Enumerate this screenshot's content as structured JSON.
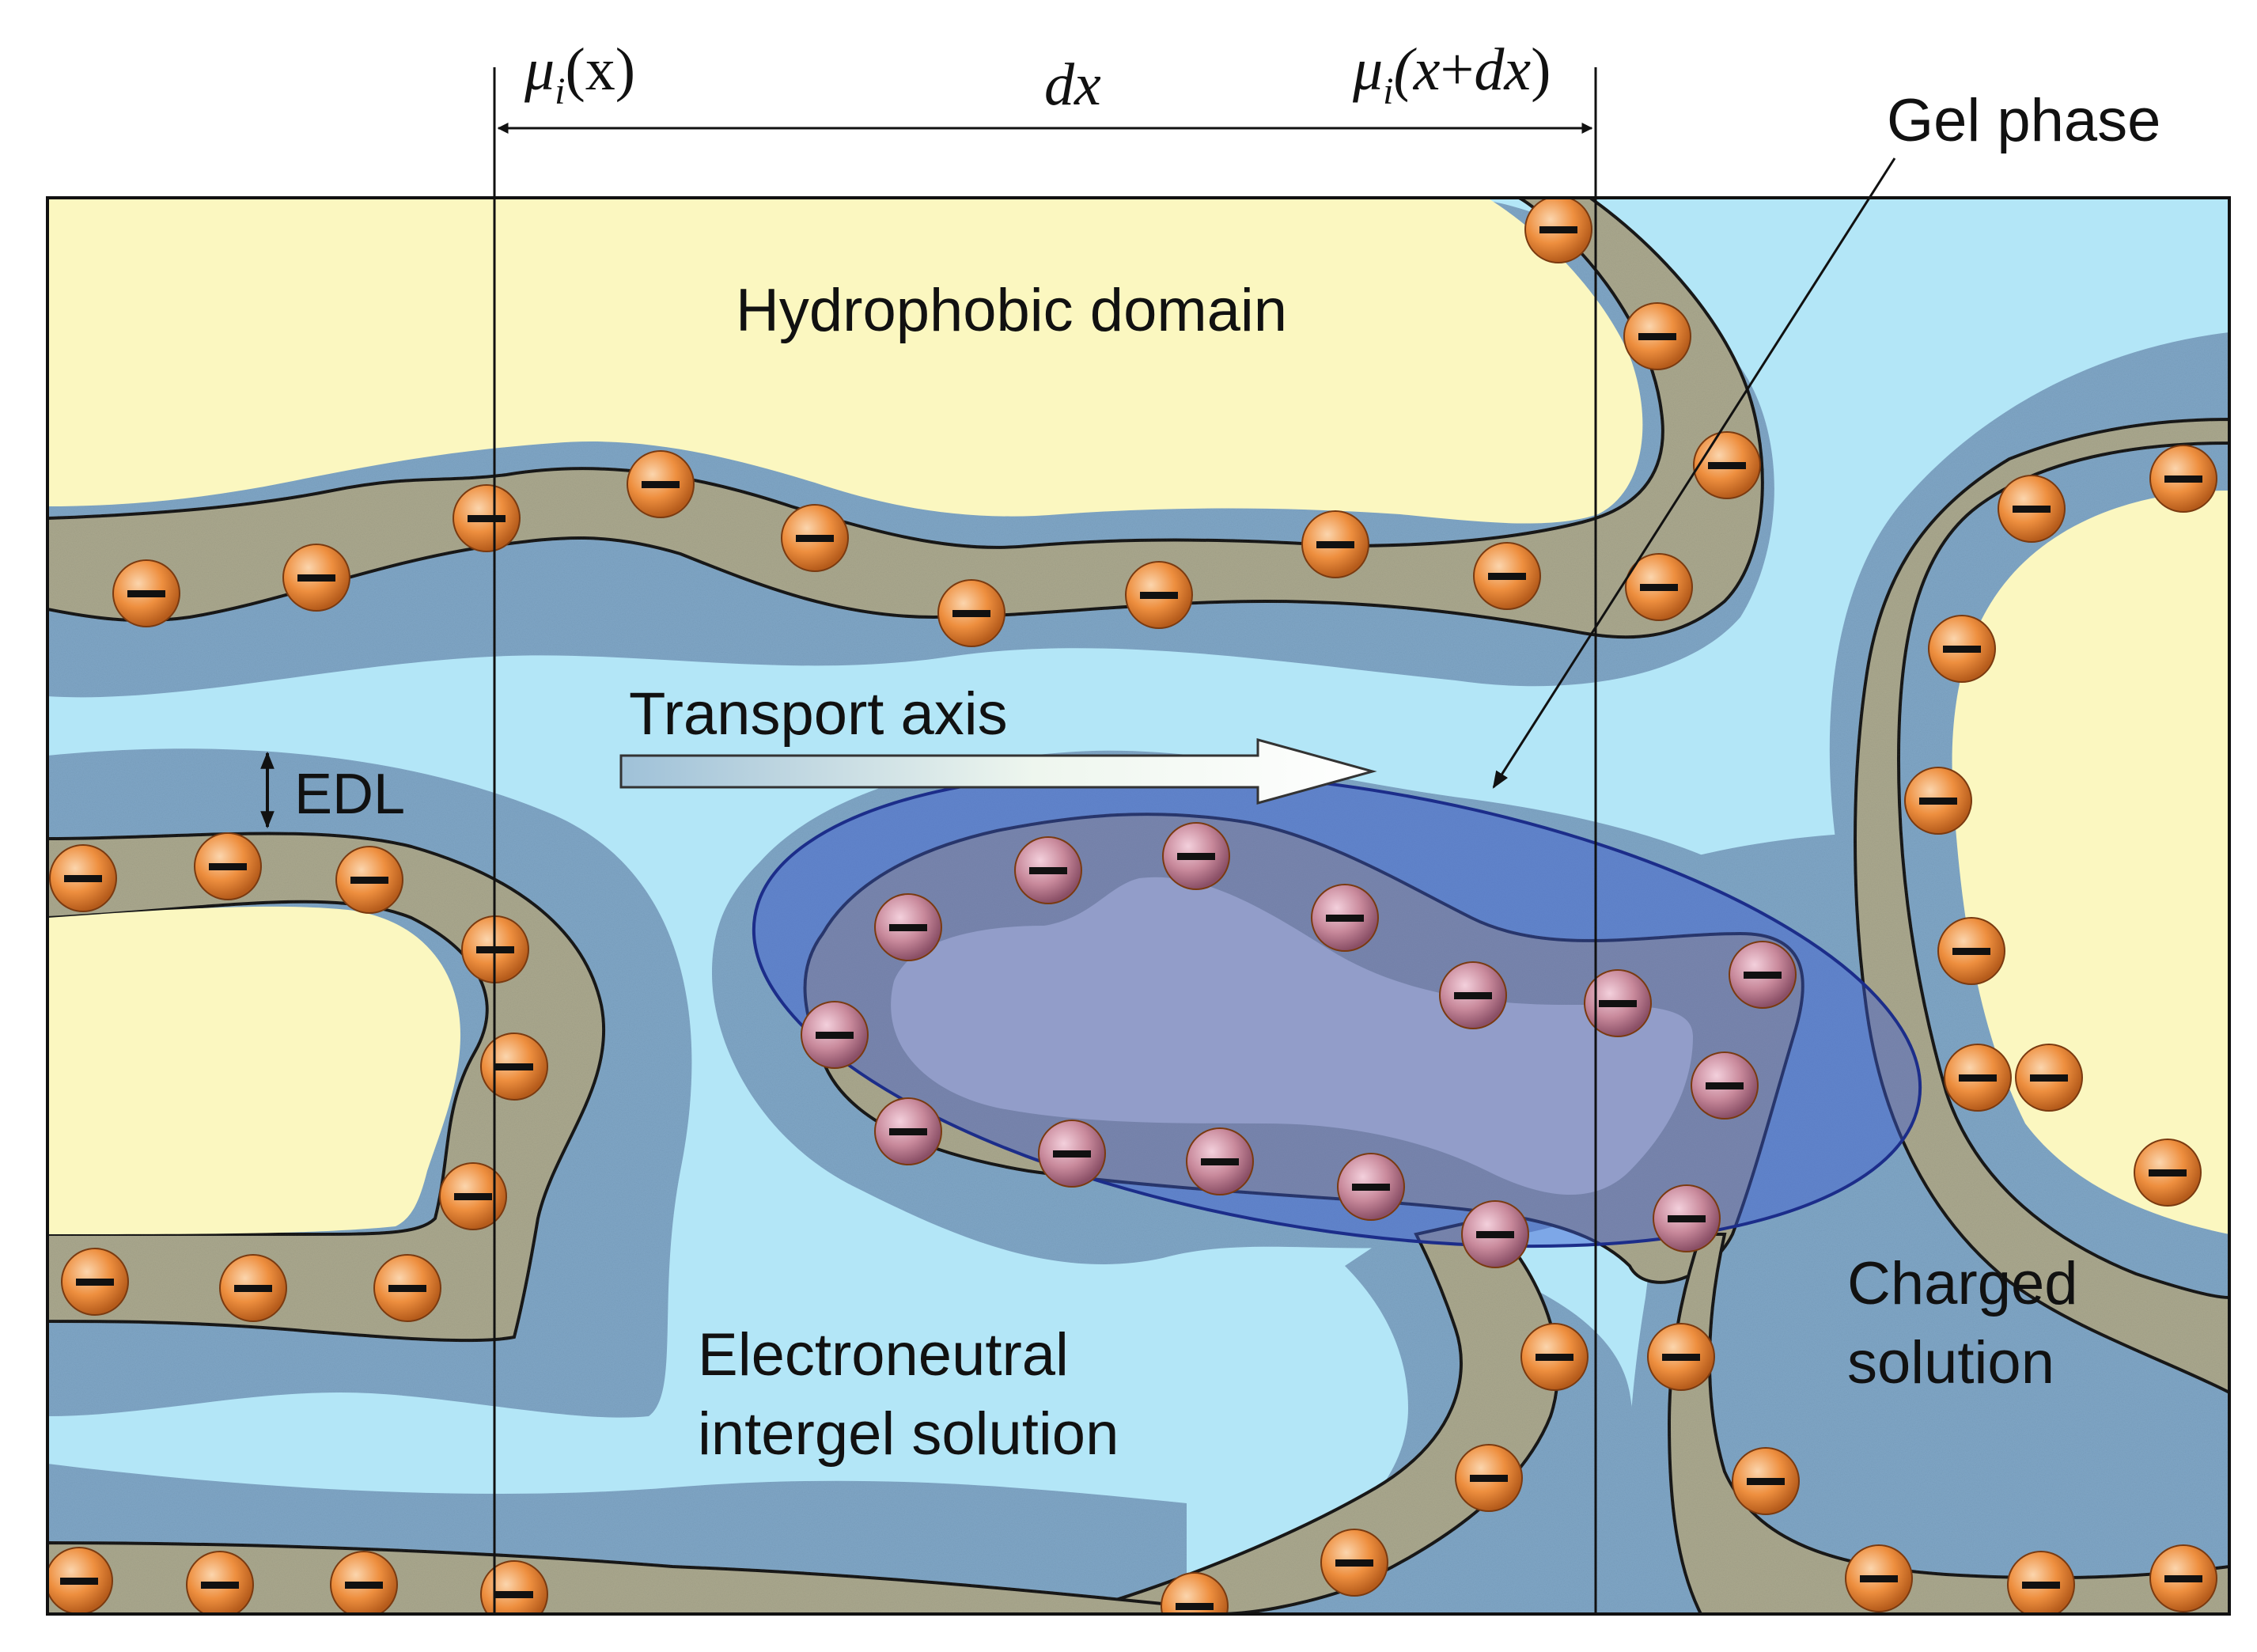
{
  "labels": {
    "mu_left": "μi(x)",
    "dx": "dx",
    "mu_right": "μi(x+dx)",
    "gel_phase": "Gel phase",
    "hydrophobic_domain": "Hydrophobic domain",
    "transport_axis": "Transport axis",
    "edl": "EDL",
    "electroneutral_line1": "Electroneutral",
    "electroneutral_line2": "intergel solution",
    "charged_line1": "Charged",
    "charged_line2": "solution"
  },
  "math": {
    "mu_symbol": "μ",
    "subscript_i": "i",
    "left_arg": "(x)",
    "right_arg_open": "(x",
    "right_arg_plus": "+",
    "right_arg_dx": "dx",
    "right_arg_close": ")"
  },
  "charge_symbol": "−",
  "colors": {
    "hydrophobic": "#fbf7c0",
    "intergel_solution": "#b3e6f7",
    "edl_layer": "#7fa6c6",
    "charged_layer": "#a9a78d",
    "fixed_charge": "#e8893a",
    "gel_phase_highlight": "#3c5ad2",
    "outline": "#1a1a1a"
  },
  "icons": {
    "fixed_charge": "negative-charge-icon",
    "transport_arrow": "arrow-right-icon",
    "edl_arrow": "double-arrow-vertical-icon"
  }
}
